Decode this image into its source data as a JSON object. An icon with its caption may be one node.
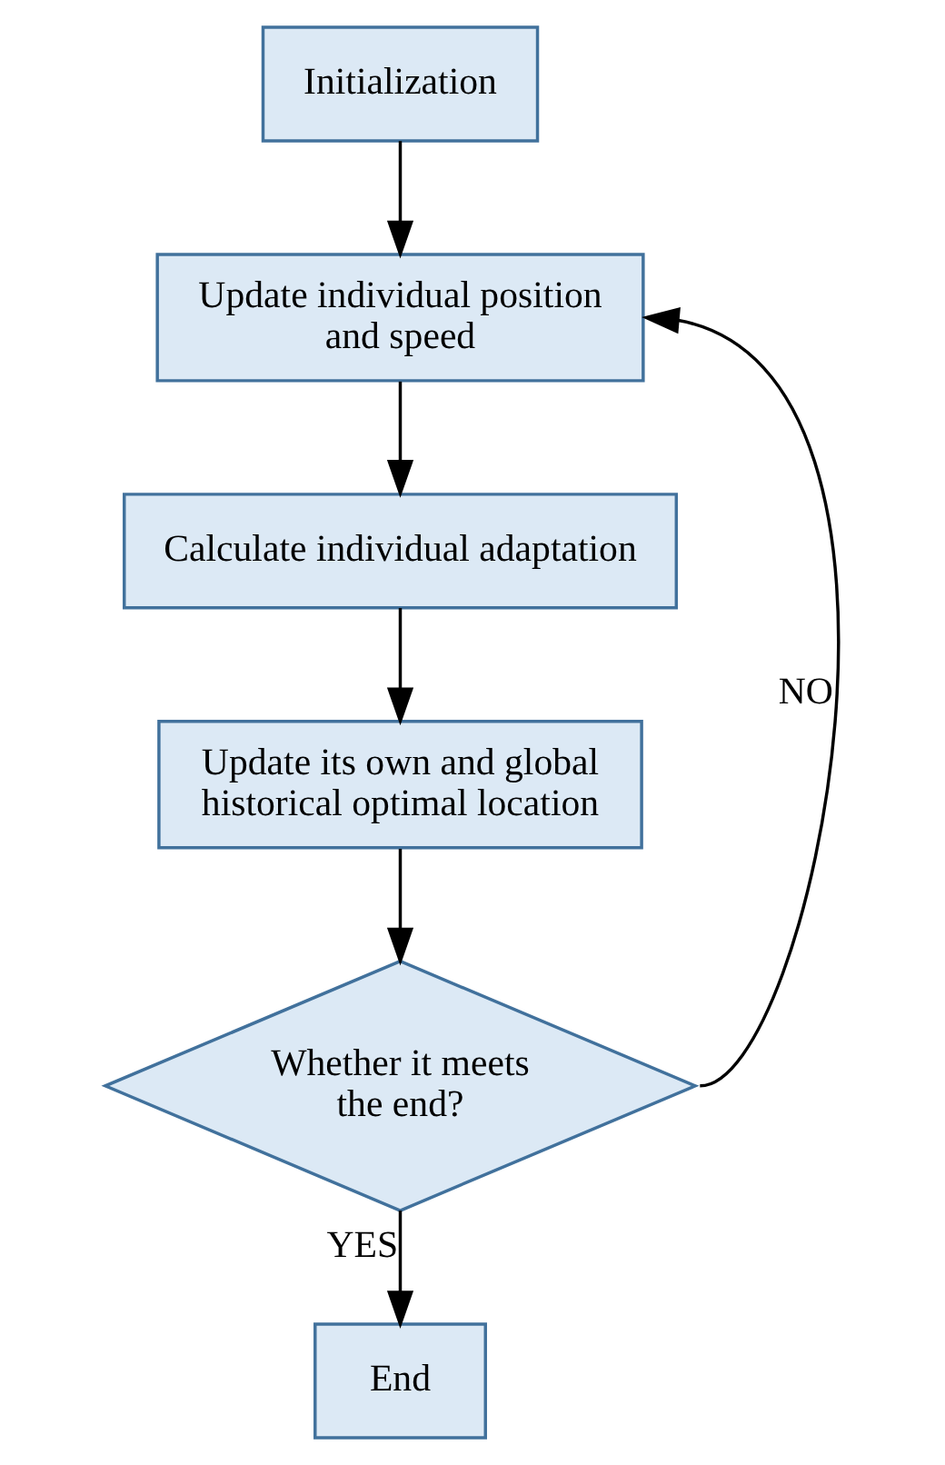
{
  "diagram": {
    "nodes": [
      {
        "text": [
          "Initialization"
        ]
      },
      {
        "text": [
          "Update individual position and speed"
        ]
      },
      {
        "text": [
          "Calculate individual adaptation"
        ]
      },
      {
        "text": [
          "Update its own and global historical optimal location"
        ]
      },
      {
        "text": [
          "Whether it meets the end?"
        ]
      },
      {
        "text": [
          "End"
        ]
      }
    ],
    "edges": [
      {
        "from": 0,
        "to": 1,
        "arrow": "to"
      },
      {
        "from": 1,
        "to": 2,
        "arrow": "to"
      },
      {
        "from": 2,
        "to": 3,
        "arrow": "to"
      },
      {
        "from": 3,
        "to": 4,
        "arrow": "to"
      },
      {
        "from": 4,
        "to": 5,
        "arrow": "to",
        "label": "YES"
      },
      {
        "from": 4,
        "to": 1,
        "arrow": "to",
        "label": "NO"
      }
    ]
  }
}
